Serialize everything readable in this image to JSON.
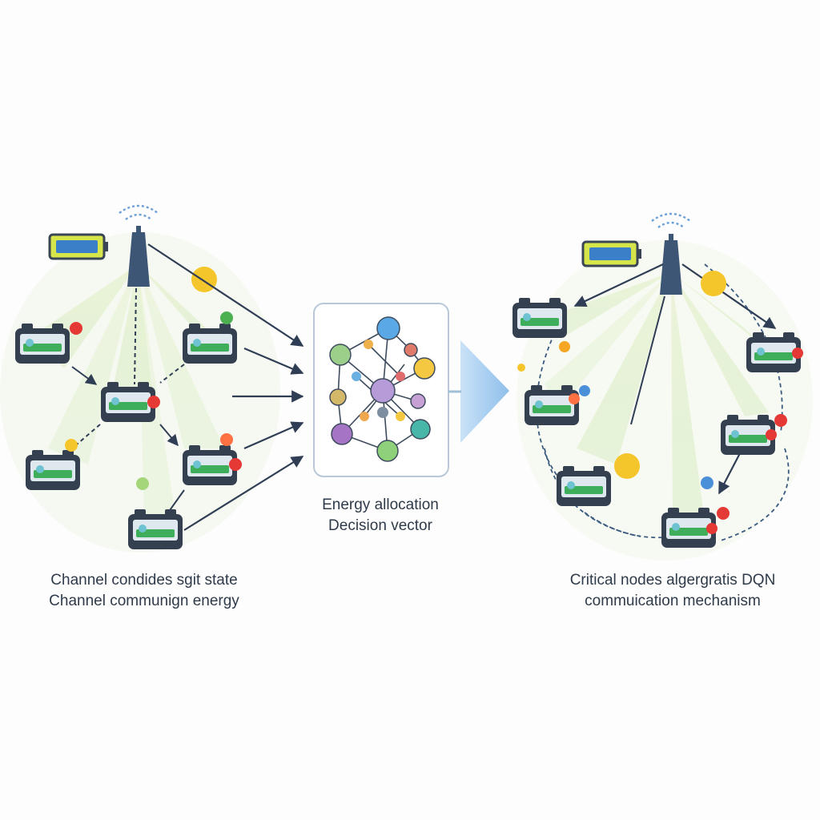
{
  "captions": {
    "left": [
      "Channel condides sgit state",
      "Channel communign energy"
    ],
    "middle": [
      "Energy allocation",
      "Decision vector"
    ],
    "right": [
      "Critical nodes algergratis DQN",
      "commuication mechanism"
    ]
  },
  "colors": {
    "tower": "#3e5676",
    "device_body": "#34404f",
    "device_screen": "#3fae5a",
    "beam": "#dcebc0",
    "arrow": "#2f3e55",
    "big_arrow": "#a9cdf0",
    "red": "#e53935",
    "yellow": "#f5c62b",
    "green": "#5fb55f",
    "blue": "#4a90d9"
  },
  "icons": {
    "tower": "cell-tower-icon",
    "device": "sensor-device-icon",
    "battery": "battery-icon",
    "network": "neural-network-icon",
    "arrow": "forward-arrow-icon"
  }
}
